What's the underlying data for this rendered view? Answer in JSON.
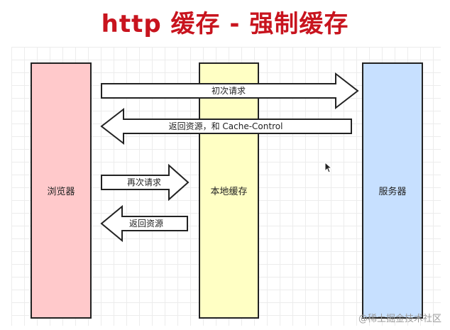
{
  "title": "http 缓存 - 强制缓存",
  "nodes": {
    "browser": "浏览器",
    "cache": "本地缓存",
    "server": "服务器"
  },
  "arrows": {
    "initial_request": "初次请求",
    "return_resource_cache_control": "返回资源，和 Cache-Control",
    "repeat_request": "再次请求",
    "return_resource": "返回资源"
  },
  "watermark": "@稀土掘金技术社区",
  "colors": {
    "title": "#c8141e",
    "browser_fill": "#ffc9cb",
    "cache_fill": "#ffffc4",
    "server_fill": "#c7e0ff",
    "stroke": "#222222"
  },
  "icons": {
    "cursor": "mouse-pointer-icon"
  }
}
